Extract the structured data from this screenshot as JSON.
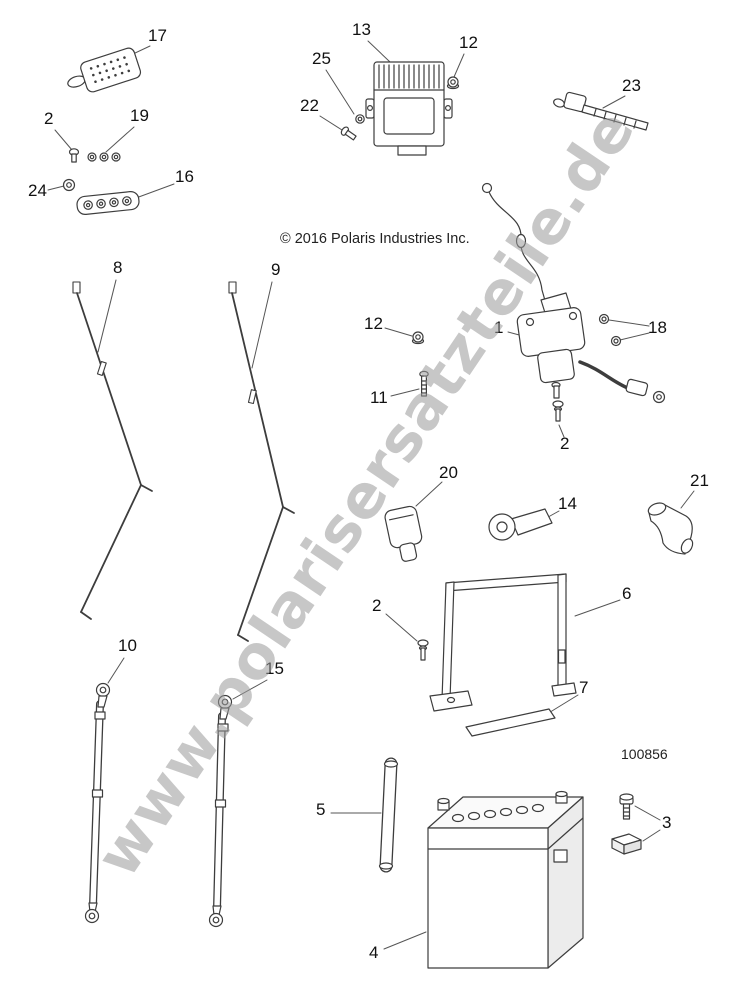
{
  "page": {
    "copyright": "© 2016 Polaris Industries Inc.",
    "part_number": "100856",
    "watermark": "www.polarisersatzteile.de"
  },
  "callouts": [
    {
      "id": "17",
      "label": "17"
    },
    {
      "id": "2a",
      "label": "2"
    },
    {
      "id": "19",
      "label": "19"
    },
    {
      "id": "24",
      "label": "24"
    },
    {
      "id": "16",
      "label": "16"
    },
    {
      "id": "25",
      "label": "25"
    },
    {
      "id": "22",
      "label": "22"
    },
    {
      "id": "13",
      "label": "13"
    },
    {
      "id": "12a",
      "label": "12"
    },
    {
      "id": "23",
      "label": "23"
    },
    {
      "id": "8",
      "label": "8"
    },
    {
      "id": "9",
      "label": "9"
    },
    {
      "id": "12b",
      "label": "12"
    },
    {
      "id": "1",
      "label": "1"
    },
    {
      "id": "18",
      "label": "18"
    },
    {
      "id": "11",
      "label": "11"
    },
    {
      "id": "2b",
      "label": "2"
    },
    {
      "id": "20",
      "label": "20"
    },
    {
      "id": "14",
      "label": "14"
    },
    {
      "id": "21",
      "label": "21"
    },
    {
      "id": "2c",
      "label": "2"
    },
    {
      "id": "6",
      "label": "6"
    },
    {
      "id": "7",
      "label": "7"
    },
    {
      "id": "10",
      "label": "10"
    },
    {
      "id": "15",
      "label": "15"
    },
    {
      "id": "5",
      "label": "5"
    },
    {
      "id": "3",
      "label": "3"
    },
    {
      "id": "4",
      "label": "4"
    }
  ]
}
